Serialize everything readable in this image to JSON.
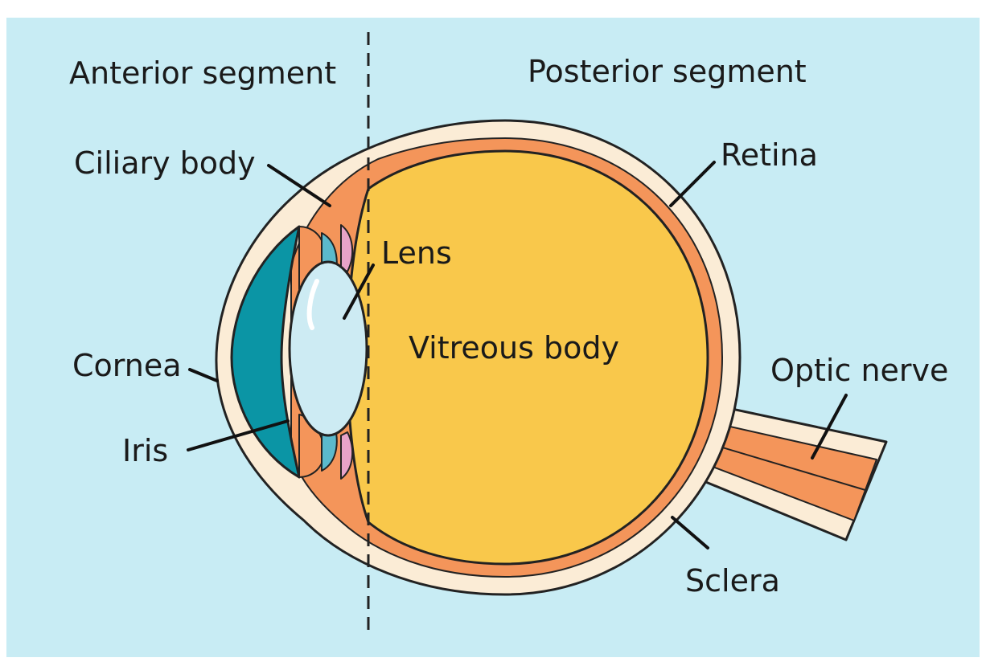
{
  "segments": {
    "anterior": "Anterior segment",
    "posterior": "Posterior segment"
  },
  "labels": {
    "ciliary_body": "Ciliary body",
    "retina": "Retina",
    "lens": "Lens",
    "vitreous_body": "Vitreous body",
    "cornea": "Cornea",
    "optic_nerve": "Optic nerve",
    "iris": "Iris",
    "sclera": "Sclera"
  },
  "colors": {
    "background": "#c8ecf4",
    "sclera": "#fbecd6",
    "choroid": "#f4955a",
    "vitreous": "#f9c84b",
    "anterior_chamber": "#0b95a5",
    "lens": "#cdebf3",
    "posterior_chamber": "#5bb9cc",
    "zonules": "#e8a3c8"
  }
}
